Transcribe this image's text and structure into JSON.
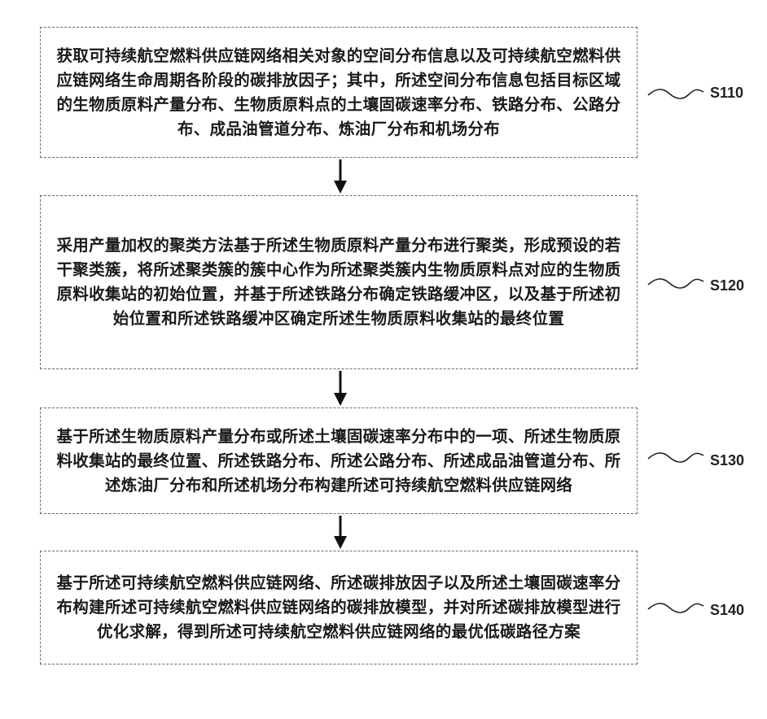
{
  "steps": [
    {
      "id": "S110",
      "text": "获取可持续航空燃料供应链网络相关对象的空间分布信息以及可持续航空燃料供应链网络生命周期各阶段的碳排放因子；其中，所述空间分布信息包括目标区域的生物质原料产量分布、生物质原料点的土壤固碳速率分布、铁路分布、公路分布、成品油管道分布、炼油厂分布和机场分布"
    },
    {
      "id": "S120",
      "text": "采用产量加权的聚类方法基于所述生物质原料产量分布进行聚类，形成预设的若干聚类簇，将所述聚类簇的簇中心作为所述聚类簇内生物质原料点对应的生物质原料收集站的初始位置，并基于所述铁路分布确定铁路缓冲区，以及基于所述初始位置和所述铁路缓冲区确定所述生物质原料收集站的最终位置"
    },
    {
      "id": "S130",
      "text": "基于所述生物质原料产量分布或所述土壤固碳速率分布中的一项、所述生物质原料收集站的最终位置、所述铁路分布、所述公路分布、所述成品油管道分布、所述炼油厂分布和所述机场分布构建所述可持续航空燃料供应链网络"
    },
    {
      "id": "S140",
      "text": "基于所述可持续航空燃料供应链网络、所述碳排放因子以及所述土壤固碳速率分布构建所述可持续航空燃料供应链网络的碳排放模型，并对所述碳排放模型进行优化求解，得到所述可持续航空燃料供应链网络的最优低碳路径方案"
    }
  ]
}
